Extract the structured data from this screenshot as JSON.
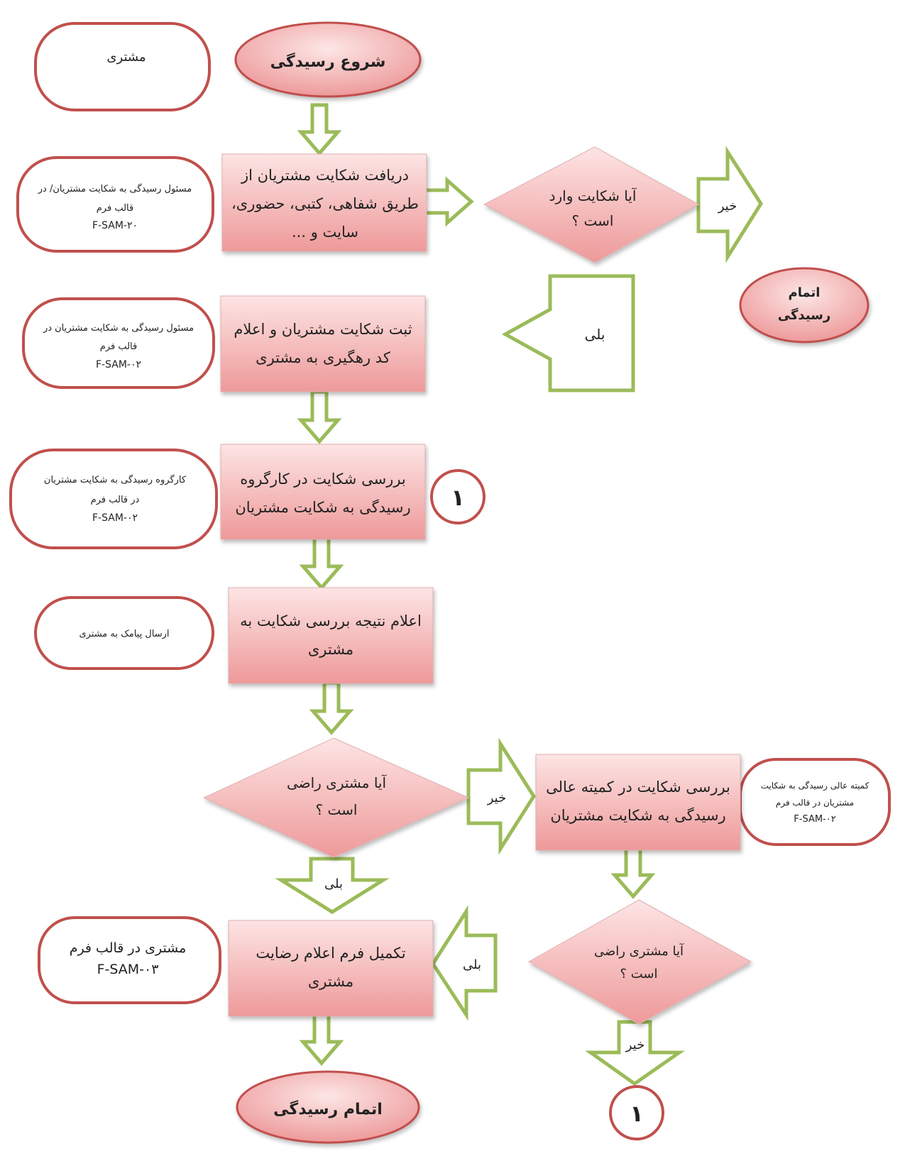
{
  "colors": {
    "pink_fill_top": "#fbdcdc",
    "pink_fill_bottom": "#ef9a9a",
    "side_border": "#c0504d",
    "arrow_stroke": "#9bbb59",
    "text": "#222222"
  },
  "nodes": {
    "start": "شروع رسیدگی",
    "customer": "مشتری",
    "receive": [
      "دریافت شکایت مشتریان از",
      "طریق شفاهی، کتبی، حضوری،",
      "سایت و ..."
    ],
    "receive_side": [
      "مسئول رسیدگی به شکایت مشتریان/ در",
      "قالب فرم",
      "F-SAM-۲۰"
    ],
    "decision_valid": [
      "آیا شکایت وارد",
      "است ؟"
    ],
    "no_label_1": "خیر",
    "end_top": [
      "اتمام",
      "رسیدگی"
    ],
    "yes_label_1": "بلی",
    "register": [
      "ثبت شکایت مشتریان و اعلام",
      "کد رهگیری به مشتری"
    ],
    "register_side": [
      "مسئول رسیدگی به شکایت مشتریان در",
      "قالب فرم",
      "F-SAM-۰۲"
    ],
    "review_group": [
      "بررسی شکایت در کارگروه",
      "رسیدگی به شکایت مشتریان"
    ],
    "review_group_side": [
      "کارگروه رسیدگی به شکایت مشتریان",
      "در قالب فرم",
      "F-SAM-۰۲"
    ],
    "connector_1": "۱",
    "announce": [
      "اعلام نتیجه بررسی شکایت به",
      "مشتری"
    ],
    "announce_side": "ارسال پیامک به مشتری",
    "decision_satisfied_1": [
      "آیا مشتری راضی",
      "است ؟"
    ],
    "no_label_2": "خیر",
    "review_committee": [
      "بررسی شکایت در کمیته عالی",
      "رسیدگی به شکایت مشتریان"
    ],
    "review_committee_side": [
      "کمیته عالی رسیدگی به شکایت",
      "مشتریان در قالب فرم",
      "F-SAM-۰۲"
    ],
    "yes_label_2": "بلی",
    "complete_form": [
      "تکمیل فرم اعلام رضایت",
      "مشتری"
    ],
    "complete_form_side": [
      "مشتری در قالب فرم",
      "F-SAM-۰۳"
    ],
    "yes_label_3": "بلی",
    "decision_satisfied_2": [
      "آیا مشتری راضی",
      "است ؟"
    ],
    "no_label_3": "خیر",
    "connector_2": "۱",
    "end_bottom": "اتمام رسیدگی"
  }
}
